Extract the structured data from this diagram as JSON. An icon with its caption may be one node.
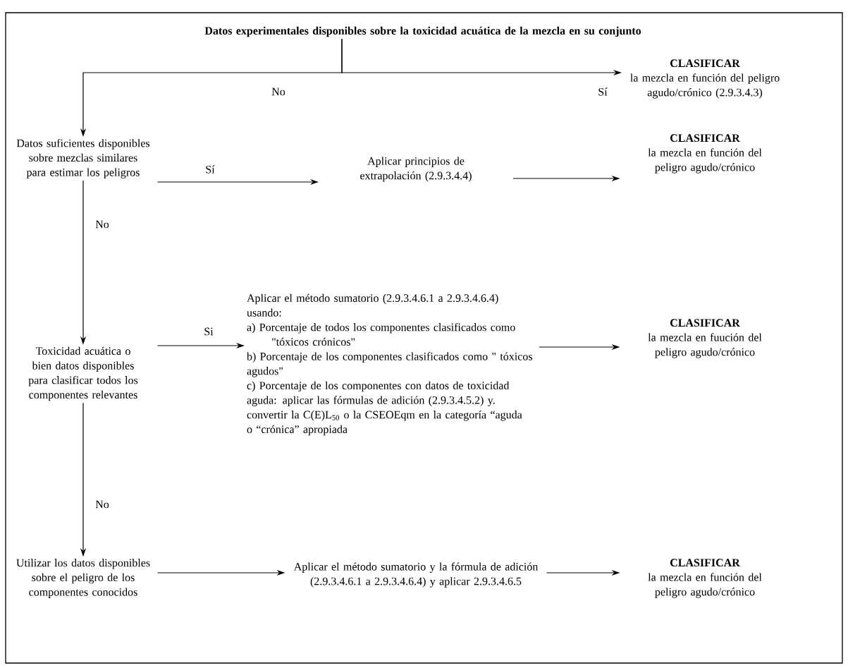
{
  "diagram": {
    "nodes": [
      {
        "text": [
          "Datos experimentales disponibles sobre la toxicidad acuática de la mezcla en su conjunto"
        ]
      },
      {
        "text": [
          "CLASIFICAR",
          "la mezcla en función del peligro agudo/crónico (2.9.3.4.3)"
        ]
      },
      {
        "text": [
          "Datos suficientes disponibles sobre mezclas similares para estimar los peligros"
        ]
      },
      {
        "text": [
          "Aplicar principios de extrapolación (2.9.3.4.4)"
        ]
      },
      {
        "text": [
          "CLASIFICAR",
          "la mezcla en función del peligro agudo/crónico"
        ]
      },
      {
        "text": [
          "Toxicidad acuática o bien datos disponibles para clasificar todos los componentes relevantes"
        ]
      },
      {
        "text": [
          "Aplicar el método sumatorio (2.9.3.4.6.1 a 2.9.3.4.6.4) usando:",
          "a) Porcentaje de todos los componentes clasificados como \"tóxicos crónicos\"",
          "b) Porcentaje de los componentes clasificados como \" tóxicos agudos\"",
          "c) Porcentaje de los componentes con datos de toxicidad aguda: aplicar las fórmulas de adición (2.9.3.4.5.2) y. convertir la C(E)L$_{50}$ o la CSEOEqm en la categoría “aguda o “crónica” apropiada"
        ]
      },
      {
        "text": [
          "CLASIFICAR",
          "la mezcla en fuución del peligro agudo/crónico"
        ]
      },
      {
        "text": [
          "Utilizar los datos disponibles sobre el peligro de los componentes conocidos"
        ]
      },
      {
        "text": [
          "Aplicar el método sumatorio y la fórmula de adición (2.9.3.4.6.1 a 2.9.3.4.6.4) y aplicar 2.9.3.4.6.5"
        ]
      },
      {
        "text": [
          "CLASIFICAR",
          "la mezcla en función del peligro agudo/crónico"
        ]
      }
    ],
    "edges": [
      {
        "from": 0,
        "to": 1,
        "arrow": "to",
        "label": "Sí"
      },
      {
        "from": 0,
        "to": 2,
        "arrow": "to",
        "label": "No"
      },
      {
        "from": 2,
        "to": 3,
        "arrow": "to",
        "label": "Sí"
      },
      {
        "from": 3,
        "to": 4,
        "arrow": "to"
      },
      {
        "from": 2,
        "to": 5,
        "arrow": "to",
        "label": "No"
      },
      {
        "from": 5,
        "to": 6,
        "arrow": "to",
        "label": "Si"
      },
      {
        "from": 6,
        "to": 7,
        "arrow": "to"
      },
      {
        "from": 5,
        "to": 8,
        "arrow": "to",
        "label": "No"
      },
      {
        "from": 8,
        "to": 9,
        "arrow": "to"
      },
      {
        "from": 9,
        "to": 10,
        "arrow": "to"
      }
    ]
  }
}
